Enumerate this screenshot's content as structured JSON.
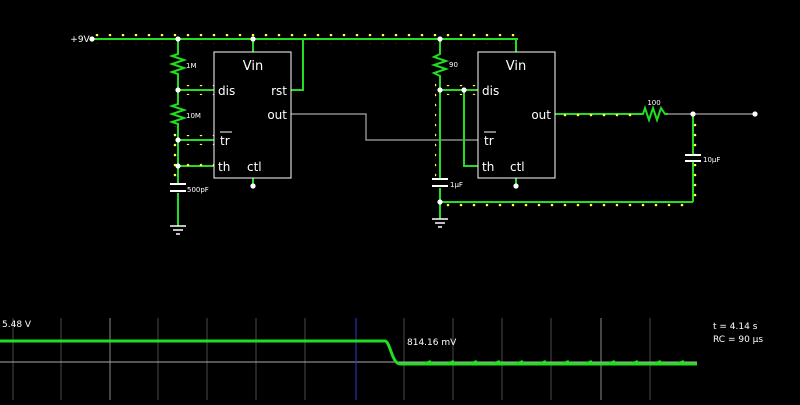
{
  "colors": {
    "background": "#000000",
    "live_wire": "#22dd22",
    "dead_wire": "#8c8c8c",
    "current_dot": "#ffff44",
    "chip_outline": "#ffffff",
    "scope_grid": "#4a4a4a",
    "scope_cursor": "#3333cc",
    "scope_trace": "#22dd22"
  },
  "circuit": {
    "supply_label": "+9V",
    "timer1": {
      "title": "Vin",
      "pins": {
        "dis": "dis",
        "rst": "rst",
        "out": "out",
        "tr": "tr",
        "th": "th",
        "ctl": "ctl"
      }
    },
    "timer2": {
      "title": "Vin",
      "pins": {
        "dis": "dis",
        "out": "out",
        "tr": "tr",
        "th": "th",
        "ctl": "ctl"
      }
    },
    "r1": "1M",
    "r2": "10M",
    "c1": "500pF",
    "r3": "90",
    "c2": "1µF",
    "r4": "100",
    "c3": "10µF"
  },
  "scope": {
    "max_voltage": "5.48 V",
    "cursor_voltage": "814.16 mV",
    "info_time": "t = 4.14 s",
    "info_rc": "RC = 90 µs"
  }
}
